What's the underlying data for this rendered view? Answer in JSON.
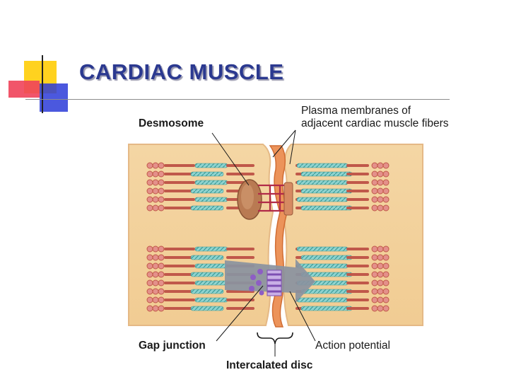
{
  "slide": {
    "title": "CARDIAC MUSCLE"
  },
  "labels": {
    "desmosome": "Desmosome",
    "plasma_line1": "Plasma membranes of",
    "plasma_line2": "adjacent cardiac muscle fibers",
    "gap_junction": "Gap junction",
    "action_potential": "Action potential",
    "intercalated_disc": "Intercalated disc"
  },
  "colors": {
    "title": "#2b3990",
    "deco_yellow": "#ffd21f",
    "deco_red": "#f0425a",
    "deco_blue": "#2b3bd8",
    "cell": "#f3d29c",
    "membrane": "#e2a070",
    "disc": "#e88a4f",
    "myofibril": "#c0584a",
    "teal": "#6fc6c4",
    "gap": "#9a6cc4",
    "arrow": "#7f8794"
  }
}
